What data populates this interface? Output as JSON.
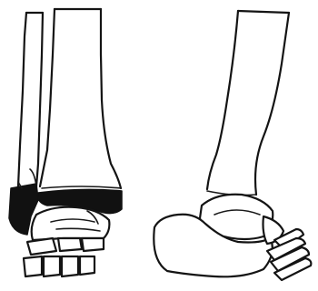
{
  "figure": {
    "views": [
      {
        "id": "anterior-view",
        "parts": [
          "fibula",
          "tibia",
          "growth-plate",
          "talus",
          "foot-bones"
        ]
      },
      {
        "id": "lateral-view",
        "parts": [
          "tibia",
          "talus",
          "calcaneus",
          "foot-bones"
        ]
      }
    ],
    "colors": {
      "line": "#141414",
      "fill": "#ffffff",
      "shading": "#111111"
    }
  }
}
